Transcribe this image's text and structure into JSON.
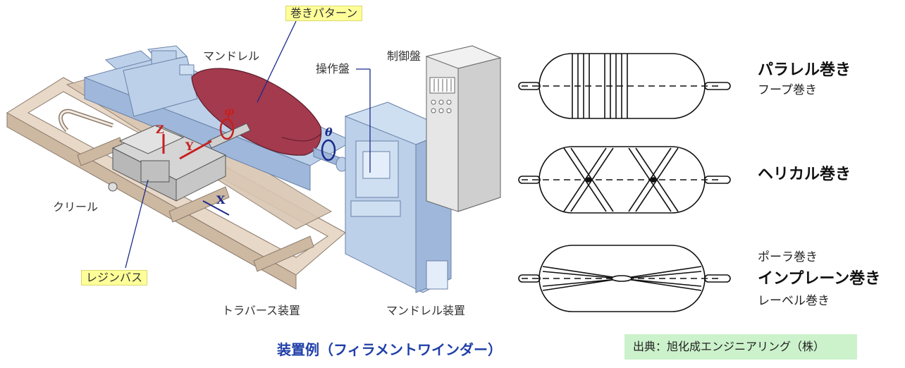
{
  "machine": {
    "winding_pattern_label": "巻きパターン",
    "mandrel_label": "マンドレル",
    "control_panel_label": "制御盤",
    "operation_panel_label": "操作盤",
    "creel_label": "クリール",
    "resin_bath_label": "レジンバス",
    "traverse_label": "トラバース装置",
    "mandrel_device_label": "マンドレル装置",
    "axis_z": "Z",
    "axis_y": "Y",
    "axis_x": "X",
    "phi": "φ",
    "theta": "θ"
  },
  "patterns": {
    "parallel_bold": "パラレル巻き",
    "parallel_sub": "フープ巻き",
    "helical_bold": "ヘリカル巻き",
    "polar_top": "ポーラ巻き",
    "inplane_bold": "インプレーン巻き",
    "level_sub": "レーベル巻き"
  },
  "caption": "装置例（フィラメントワインダー）",
  "source": "出典：旭化成エンジニアリング（株）"
}
